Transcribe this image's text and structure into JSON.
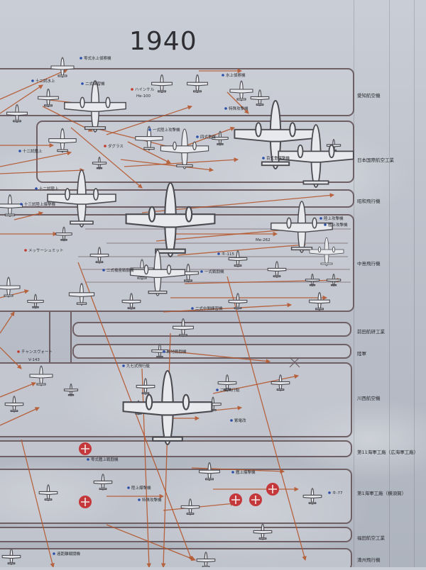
{
  "title": {
    "year": "1940"
  },
  "colors": {
    "lane_stroke": "#6f6066",
    "lane_fill": "rgba(205,208,215,0.55)",
    "arrow": "#b5582f",
    "plane_fill": "#e8e9ec",
    "plane_stroke": "#4a4a50",
    "label": "#2b2b30",
    "dot_blue": "#2b4fa8",
    "dot_red": "#c0392b",
    "roundel": "#c4373a"
  },
  "manufacturers": [
    {
      "id": "aichi",
      "label": "愛知航空機"
    },
    {
      "id": "nihon-kokusai",
      "label": "日本国際航空工業"
    },
    {
      "id": "showa",
      "label": "昭和飛行機"
    },
    {
      "id": "nakajima",
      "label": "中島飛行機"
    },
    {
      "id": "maeda",
      "label": "前田航研工業"
    },
    {
      "id": "rikugun",
      "label": "陸軍"
    },
    {
      "id": "kawanishi",
      "label": "川西航空機"
    },
    {
      "id": "navy-11",
      "label": "第11海軍工廠（広海軍工廠）"
    },
    {
      "id": "navy-1",
      "label": "第1海軍工廠（横須賀）"
    },
    {
      "id": "fukuda",
      "label": "福田航空工業"
    },
    {
      "id": "manshu",
      "label": "満州飛行機"
    }
  ],
  "labels": [
    {
      "id": "l1",
      "text": "零式水上偵察機",
      "dot": "blue"
    },
    {
      "id": "l2",
      "text": "十二試水上",
      "dot": "blue"
    },
    {
      "id": "l3",
      "text": "二式練習機",
      "dot": "blue"
    },
    {
      "id": "l4",
      "text": "ハインケル",
      "dot": "red"
    },
    {
      "id": "l5",
      "text": "He-100",
      "dot": "none"
    },
    {
      "id": "l6",
      "text": "水上偵察機",
      "dot": "blue"
    },
    {
      "id": "l7",
      "text": "特殊攻撃機",
      "dot": "blue"
    },
    {
      "id": "l8",
      "text": "一式陸上攻撃機",
      "dot": "blue"
    },
    {
      "id": "l9",
      "text": "四式重爆",
      "dot": "blue"
    },
    {
      "id": "l10",
      "text": "十二試艦上",
      "dot": "blue"
    },
    {
      "id": "l11",
      "text": "ダグラス",
      "dot": "red"
    },
    {
      "id": "l12",
      "text": "十二試陸上",
      "dot": "blue"
    },
    {
      "id": "l13",
      "text": "百式重爆撃機",
      "dot": "blue"
    },
    {
      "id": "l14",
      "text": "十三試陸上爆撃機",
      "dot": "blue"
    },
    {
      "id": "l15",
      "text": "メッサーシュミット",
      "dot": "red"
    },
    {
      "id": "l16",
      "text": "Me-262",
      "dot": "none"
    },
    {
      "id": "l17",
      "text": "陸上攻撃機",
      "dot": "blue"
    },
    {
      "id": "l18",
      "text": "艦上攻撃機",
      "dot": "blue"
    },
    {
      "id": "l19",
      "text": "一式戦闘機",
      "dot": "blue"
    },
    {
      "id": "l20",
      "text": "二式複座戦闘機",
      "dot": "blue"
    },
    {
      "id": "l21",
      "text": "キ-115",
      "dot": "blue"
    },
    {
      "id": "l22",
      "text": "二式中間練習機",
      "dot": "blue"
    },
    {
      "id": "l23",
      "text": "チャンスヴォート",
      "dot": "red"
    },
    {
      "id": "l24",
      "text": "V-143",
      "dot": "none"
    },
    {
      "id": "l25",
      "text": "九七式飛行艇",
      "dot": "blue"
    },
    {
      "id": "l26",
      "text": "二式飛行艇",
      "dot": "blue"
    },
    {
      "id": "l27",
      "text": "紫電改",
      "dot": "blue"
    },
    {
      "id": "l28",
      "text": "局地戦闘機",
      "dot": "blue"
    },
    {
      "id": "l29",
      "text": "零式艦上戦闘機",
      "dot": "blue"
    },
    {
      "id": "l30",
      "text": "艦上爆撃機",
      "dot": "blue"
    },
    {
      "id": "l31",
      "text": "陸上爆撃機",
      "dot": "blue"
    },
    {
      "id": "l32",
      "text": "特殊攻撃機",
      "dot": "blue"
    },
    {
      "id": "l33",
      "text": "キ-77",
      "dot": "blue"
    },
    {
      "id": "l34",
      "text": "遠距離戦闘機",
      "dot": "blue"
    }
  ]
}
